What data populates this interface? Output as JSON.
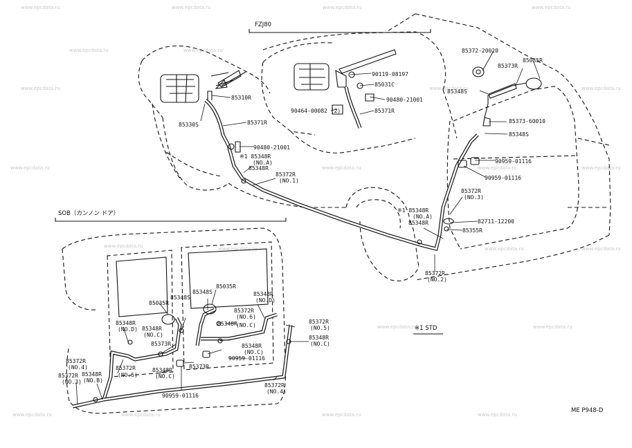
{
  "watermark": "www.epcdata.ru",
  "section_fzj80": "FZJ80",
  "section_sob": "SOB（カンノン ドア）",
  "legend": "※1 STD",
  "figure_code": "ME P948-D",
  "callouts": {
    "c01": "85372-20020",
    "c02": "85035R",
    "c03": "85373R",
    "c04": "85348S",
    "c05": "85373-60010",
    "c06": "85348S",
    "c07": "90959-01116",
    "c08": "90959-01116",
    "c09": "85372R",
    "c10": "(NO.3)",
    "c11": "※1 85348R",
    "c12": "(NO.A)",
    "c13": "85348R",
    "c14": "82711-12200",
    "c15": "85355R",
    "c16": "85372R",
    "c17": "(NO.2)",
    "c18": "90119-08197",
    "c19": "85031C",
    "c20": "90480-21001",
    "c21": "90464-00082 (2)",
    "c22": "85371R",
    "c23": "85310R",
    "c24": "85330S",
    "c25": "85371R",
    "c26": "90480-21001",
    "c27": "※1 85348R",
    "c28": "(NO.A)",
    "c29": "85348R",
    "c30": "85372R",
    "c31": "(NO.1)",
    "c32": "85035R",
    "c33": "85348S",
    "c34": "85035R",
    "c35": "85348S",
    "c36": "85348R",
    "c37": "(NO.D)",
    "c38": "85348R",
    "c39": "(NO.D)",
    "c40": "85372R",
    "c41": "(NO.6)",
    "c42": "85348R",
    "c43": "(NO.C)",
    "c44": "85372R",
    "c45": "(NO.5)",
    "c46": "85348R",
    "c47": "(NO.C)",
    "c48": "85348R",
    "c49": "(NO.C)",
    "c50": "85373R",
    "c51": "85348R",
    "c52": "(NO.C)",
    "c53": "90959-01116",
    "c54": "85372R",
    "c55": "(NO.5)",
    "c56": "85348R",
    "c57": "(NO.C)",
    "c58": "85373R",
    "c59": "85372R",
    "c60": "(NO.4)",
    "c61": "85348R",
    "c62": "(NO.B)",
    "c63": "85372R",
    "c64": "(NO.3)",
    "c65": "90959-01116",
    "c66": "85372R",
    "c67": "(NO.4)"
  }
}
